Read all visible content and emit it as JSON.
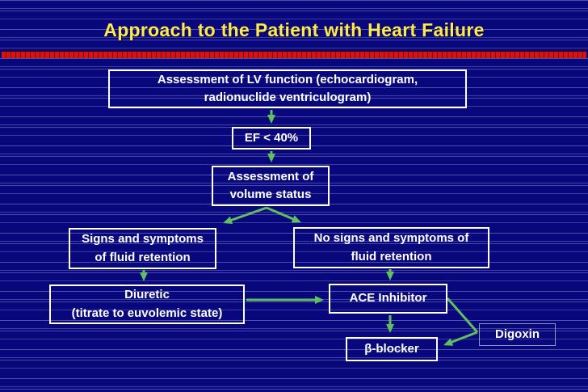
{
  "slide": {
    "title": "Approach to the Patient with Heart Failure",
    "colors": {
      "background": "#08087c",
      "pinstripe": "#8787d7",
      "title_text": "#ffe94f",
      "accent_bar_red": "#d61212",
      "box_border": "#ffffff",
      "box_text": "#ffffff",
      "arrow_green": "#5fc05f"
    },
    "flowchart": {
      "nodes": {
        "lv_function": {
          "line1": "Assessment of LV function (echocardiogram,",
          "line2": "radionuclide ventriculogram)"
        },
        "ef": {
          "line1": "EF < 40%"
        },
        "volume_status": {
          "line1": "Assessment of",
          "line2": "volume status"
        },
        "fluid_retention": {
          "line1": "Signs and symptoms",
          "line2": "of fluid retention"
        },
        "no_fluid_retention": {
          "line1": "No signs and symptoms of",
          "line2": "fluid retention"
        },
        "diuretic": {
          "line1": "Diuretic",
          "line2": "(titrate to euvolemic state)"
        },
        "ace_inhibitor": {
          "line1": "ACE Inhibitor"
        },
        "beta_blocker": {
          "line1": "β-blocker"
        },
        "digoxin": {
          "line1": "Digoxin"
        }
      },
      "edges": [
        "lv_function -> ef",
        "ef -> volume_status",
        "volume_status -> fluid_retention",
        "volume_status -> no_fluid_retention",
        "fluid_retention -> diuretic",
        "no_fluid_retention -> ace_inhibitor",
        "diuretic -> ace_inhibitor",
        "ace_inhibitor -> beta_blocker",
        "ace_inhibitor -> digoxin -> beta_blocker"
      ]
    }
  }
}
